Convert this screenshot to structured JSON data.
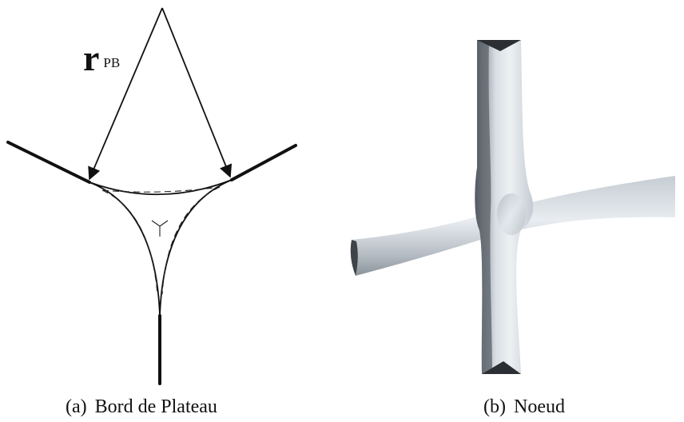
{
  "panel_a": {
    "radius_symbol": "r",
    "radius_subscript": "PB",
    "caption_tag": "(a)",
    "caption_text": "Bord de Plateau"
  },
  "panel_b": {
    "caption_tag": "(b)",
    "caption_text": "Noeud"
  },
  "colors": {
    "ink": "#111111",
    "surface_light": "#e4e8ec",
    "surface_mid": "#b7bec6",
    "surface_dark": "#4a4f56"
  }
}
